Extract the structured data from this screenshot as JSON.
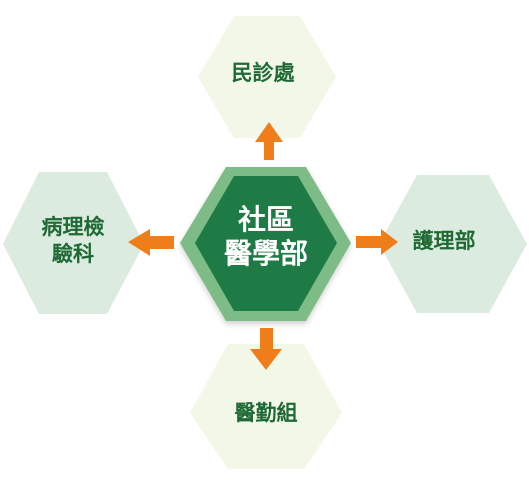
{
  "diagram": {
    "center": {
      "line1": "社區",
      "line2": "醫學部"
    },
    "top": {
      "label": "民診處"
    },
    "right": {
      "label": "護理部"
    },
    "left": {
      "line1": "病理檢",
      "line2": "驗科"
    },
    "bottom": {
      "label": "醫勤組"
    }
  },
  "colors": {
    "center_outer": "#7dbc86",
    "center_inner": "#1f7b45",
    "top_hex": "#f3f7e8",
    "right_hex": "#dcebe0",
    "left_hex": "#dcebe0",
    "bottom_hex": "#f3f7e8",
    "arrow": "#ee7d1a",
    "label_text": "#1f6a34"
  }
}
